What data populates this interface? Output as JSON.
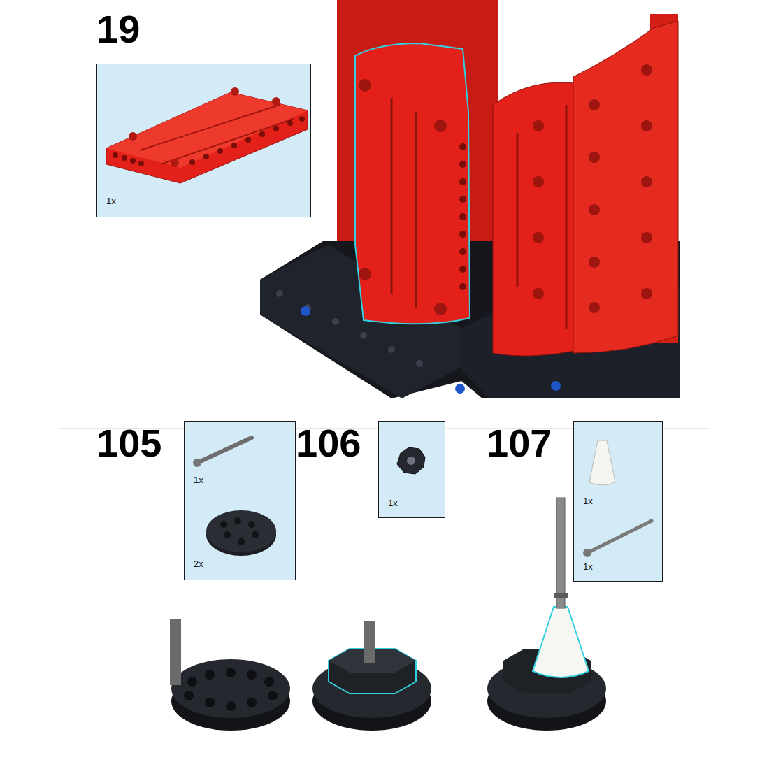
{
  "diagram": {
    "nodes": [
      {
        "text": [
          "1x"
        ]
      },
      {
        "text": [
          "1x",
          "2x"
        ]
      },
      {
        "text": [
          "1x"
        ]
      },
      {
        "text": [
          "1x",
          "1x"
        ]
      }
    ],
    "labels": [
      "19",
      "105",
      "106",
      "107"
    ]
  }
}
